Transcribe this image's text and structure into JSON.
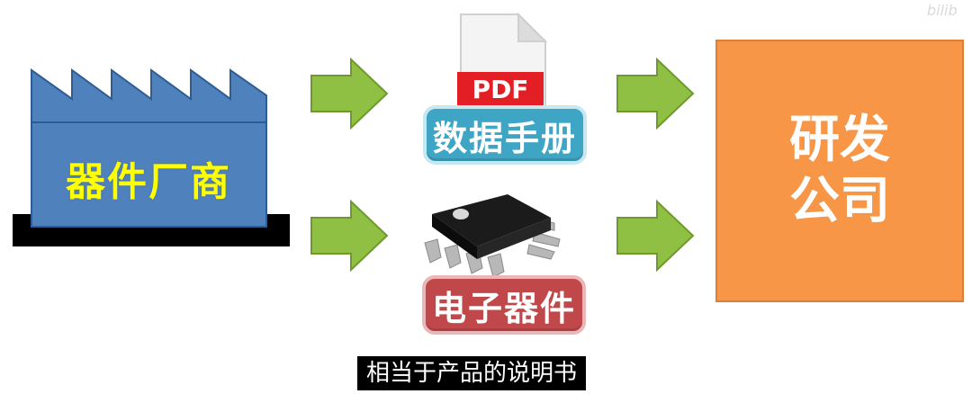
{
  "factory": {
    "label": "器件厂商",
    "wall_color": "#4f81bd",
    "base_color": "#000000",
    "label_color": "#ffff00"
  },
  "pdf": {
    "label": "PDF",
    "accent_color": "#e31e24"
  },
  "datasheet": {
    "label": "数据手册",
    "color": "#3ea6c4"
  },
  "component": {
    "label": "电子器件",
    "color": "#c0484a"
  },
  "company": {
    "line1": "研发",
    "line2": "公司",
    "color": "#f79646"
  },
  "arrow_color": "#8fc043",
  "subtitle": "相当于产品的说明书",
  "watermark": "bilib"
}
